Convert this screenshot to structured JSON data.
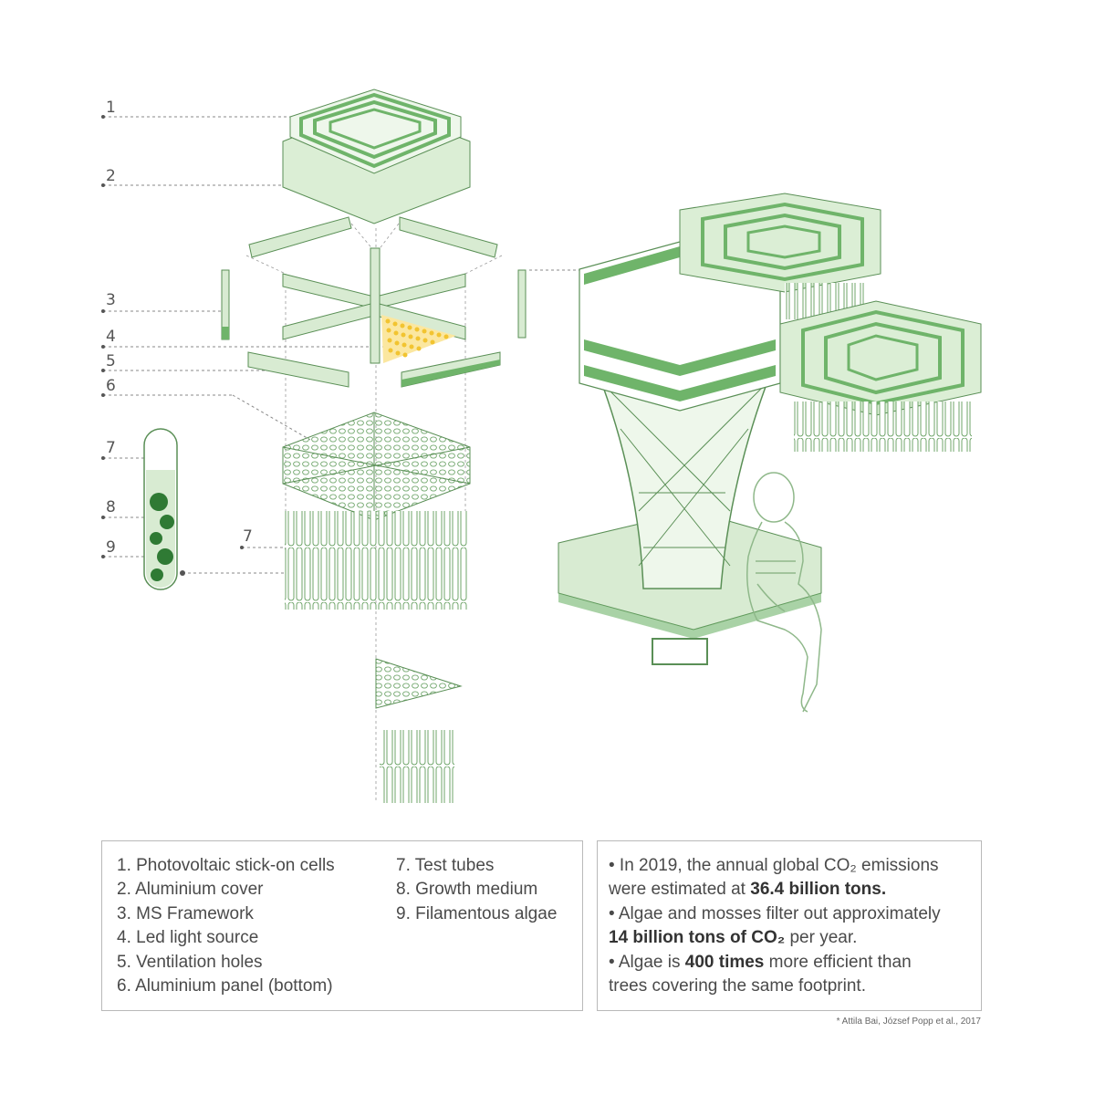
{
  "callout_numbers": [
    "1",
    "2",
    "3",
    "4",
    "5",
    "6",
    "7",
    "8",
    "9",
    "7"
  ],
  "legend": {
    "left_column": [
      "1. Photovoltaic stick-on cells",
      "2. Aluminium cover",
      "3. MS Framework",
      "4. Led light source",
      "5. Ventilation holes",
      "6. Aluminium panel (bottom)"
    ],
    "right_column": [
      "7. Test tubes",
      "8. Growth medium",
      "9. Filamentous algae"
    ]
  },
  "facts": [
    {
      "pre": "• In 2019, the annual global CO₂ emissions",
      "bold": "",
      "post": ""
    },
    {
      "pre": "were estimated at ",
      "bold": "36.4 billion tons.",
      "post": ""
    },
    {
      "pre": "• Algae and mosses filter out approximately",
      "bold": "",
      "post": ""
    },
    {
      "pre": "",
      "bold": "14 billion tons of CO₂",
      "post": " per year."
    },
    {
      "pre": "• Algae is ",
      "bold": "400 times",
      "post": " more efficient than"
    },
    {
      "pre": "trees covering the same footprint.",
      "bold": "",
      "post": ""
    }
  ],
  "citation": "* Attila Bai, József Popp et al., 2017",
  "colors": {
    "fill": "#d8ebd2",
    "fill_dark": "#6fb46a",
    "stroke": "#5a8f56",
    "led": "#f2c430",
    "callout": "#777777"
  }
}
